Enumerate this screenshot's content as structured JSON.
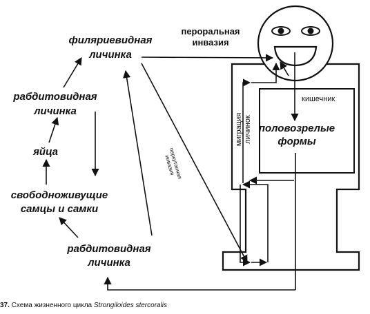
{
  "diagram": {
    "stages": {
      "filariform_line1": "филяриевидная",
      "filariform_line2": "личинка",
      "rhabditiform_top_line1": "рабдитовидная",
      "rhabditiform_top_line2": "личинка",
      "eggs": "яйца",
      "freeliving_line1": "свободноживущие",
      "freeliving_line2": "самцы и самки",
      "rhabditiform_bottom_line1": "рабдитовидная",
      "rhabditiform_bottom_line2": "личинка",
      "adult_line1": "половозрелые",
      "adult_line2": "формы"
    },
    "labels": {
      "oral_line1": "пероральная",
      "oral_line2": "инвазия",
      "intestine": "кишечник",
      "migration_line1": "миграция",
      "migration_line2": "личинок",
      "percutaneous_line1": "перкутанная",
      "percutaneous_line2": "инвазия"
    },
    "caption": {
      "number": "37.",
      "text": " Схема жизненного цикла ",
      "species": "Strongiloides stercoralis"
    }
  }
}
